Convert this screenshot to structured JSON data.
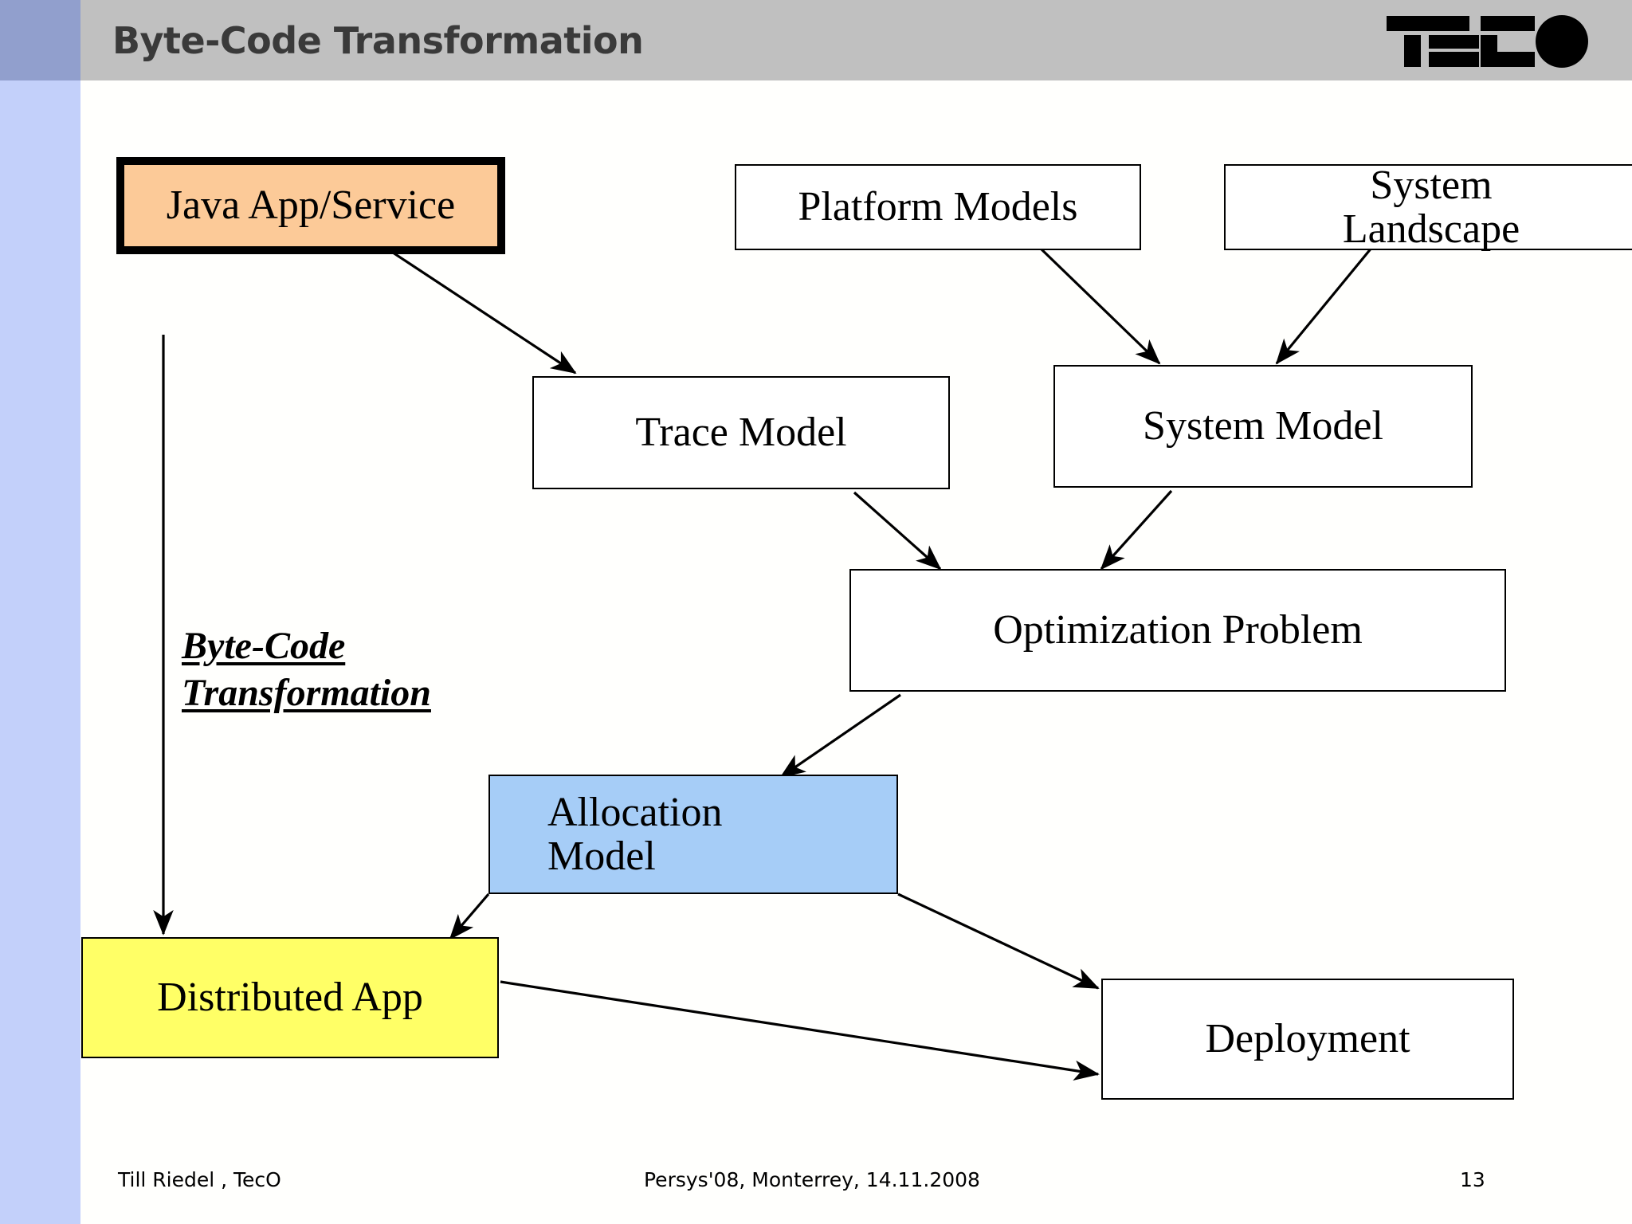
{
  "slide": {
    "title": "Byte-Code Transformation",
    "brand": "TECO"
  },
  "diagram": {
    "nodes": [
      {
        "id": "java-app",
        "label": "Java App/Service",
        "fill": "#fcca98",
        "style": "emphasized"
      },
      {
        "id": "platform-models",
        "label": "Platform Models",
        "fill": "#ffffff",
        "style": "plain"
      },
      {
        "id": "system-landscape",
        "label": "System\nLandscape",
        "fill": "#ffffff",
        "style": "plain"
      },
      {
        "id": "trace-model",
        "label": "Trace Model",
        "fill": "#ffffff",
        "style": "plain"
      },
      {
        "id": "system-model",
        "label": "System Model",
        "fill": "#ffffff",
        "style": "plain"
      },
      {
        "id": "optimization-problem",
        "label": "Optimization Problem",
        "fill": "#ffffff",
        "style": "plain"
      },
      {
        "id": "allocation-model",
        "label": "Allocation\nModel",
        "fill": "#a6cdf7",
        "style": "highlight"
      },
      {
        "id": "distributed-app",
        "label": "Distributed App",
        "fill": "#ffff66",
        "style": "highlight"
      },
      {
        "id": "deployment",
        "label": "Deployment",
        "fill": "#ffffff",
        "style": "plain"
      }
    ],
    "annotation": "Byte-Code\nTransformation",
    "edges": [
      {
        "from": "java-app",
        "to": "distributed-app",
        "label": "Byte-Code Transformation"
      },
      {
        "from": "java-app",
        "to": "trace-model",
        "label": ""
      },
      {
        "from": "platform-models",
        "to": "system-model",
        "label": ""
      },
      {
        "from": "system-landscape",
        "to": "system-model",
        "label": ""
      },
      {
        "from": "trace-model",
        "to": "optimization-problem",
        "label": ""
      },
      {
        "from": "system-model",
        "to": "optimization-problem",
        "label": ""
      },
      {
        "from": "optimization-problem",
        "to": "allocation-model",
        "label": ""
      },
      {
        "from": "allocation-model",
        "to": "distributed-app",
        "label": ""
      },
      {
        "from": "allocation-model",
        "to": "deployment",
        "label": ""
      },
      {
        "from": "distributed-app",
        "to": "deployment",
        "label": ""
      }
    ]
  },
  "footer": {
    "author": "Till Riedel , TecO",
    "venue": "Persys'08, Monterrey, 14.11.2008",
    "page": "13"
  },
  "colors": {
    "title_band": "#c0c0c0",
    "rail_top": "#919fcd",
    "rail_bottom": "#c3d0fa",
    "accent_orange": "#fcca98",
    "accent_blue": "#a6cdf7",
    "accent_yellow": "#ffff66"
  }
}
